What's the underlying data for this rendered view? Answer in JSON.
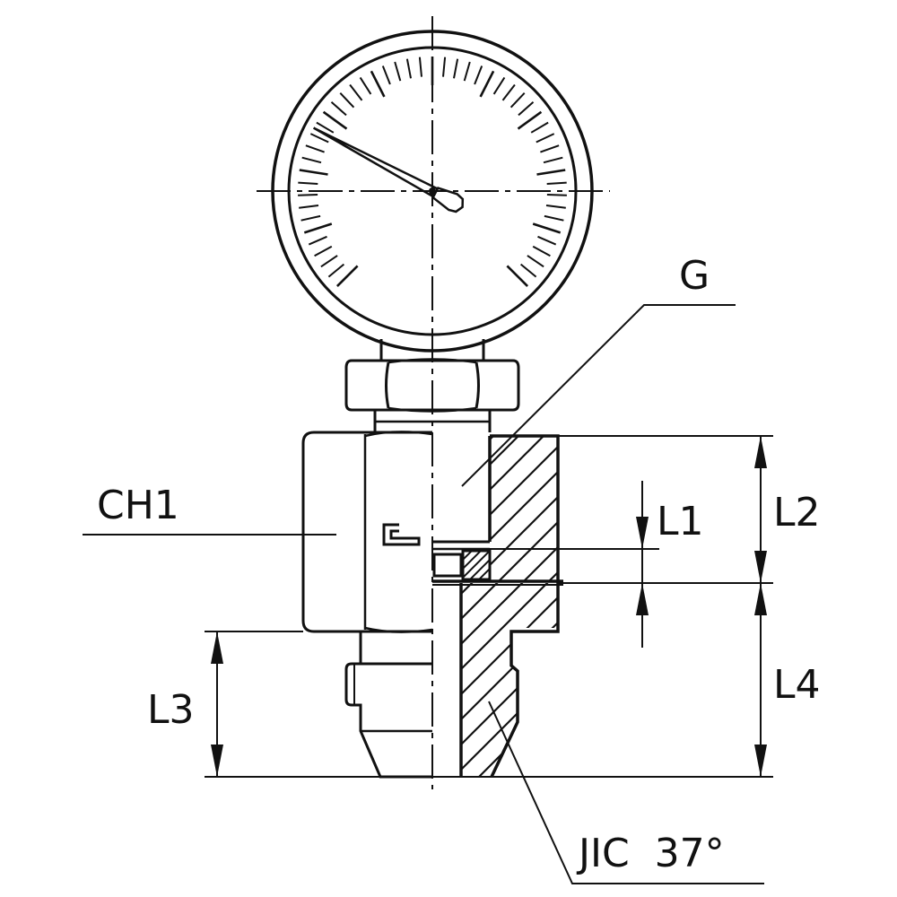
{
  "labels": {
    "g": "G",
    "ch1": "CH1",
    "l1": "L1",
    "l2": "L2",
    "l3": "L3",
    "l4": "L4",
    "jic": "JIC  37°"
  },
  "gauge": {
    "pointer_angle_deg": 208
  },
  "colors": {
    "ink": "#111111",
    "paper": "#ffffff"
  }
}
